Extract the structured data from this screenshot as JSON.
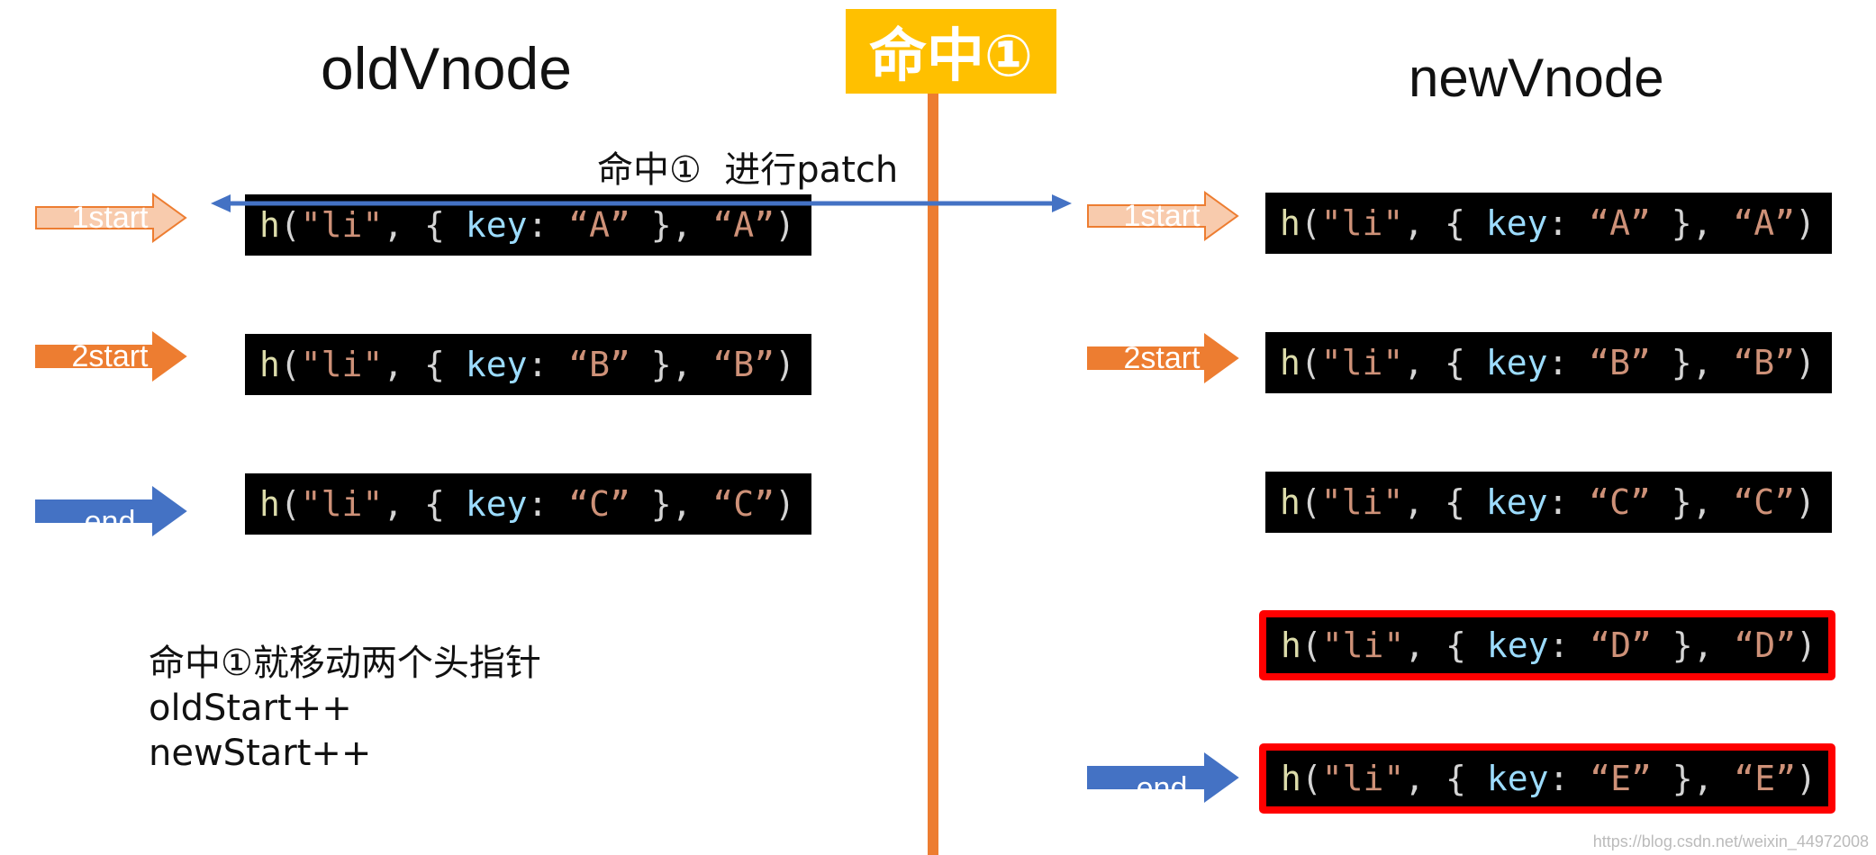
{
  "badge": "命中①",
  "old_title": "oldVnode",
  "new_title": "newVnode",
  "patch_label": "命中①  进行patch",
  "old_nodes": [
    {
      "key": "A",
      "text": "A"
    },
    {
      "key": "B",
      "text": "B"
    },
    {
      "key": "C",
      "text": "C"
    }
  ],
  "new_nodes": [
    {
      "key": "A",
      "text": "A"
    },
    {
      "key": "B",
      "text": "B"
    },
    {
      "key": "C",
      "text": "C"
    },
    {
      "key": "D",
      "text": "D",
      "highlight": true
    },
    {
      "key": "E",
      "text": "E",
      "highlight": true
    }
  ],
  "old_pointers": [
    {
      "label": "1start",
      "color": "#F8CBAD",
      "stroke": "#ED7D31"
    },
    {
      "label": "2start",
      "color": "#ED7D31",
      "stroke": "#ED7D31"
    },
    {
      "label": "end",
      "color": "#4472C4",
      "stroke": "#4472C4"
    }
  ],
  "new_pointers": [
    {
      "label": "1start",
      "color": "#F8CBAD",
      "stroke": "#ED7D31"
    },
    {
      "label": "2start",
      "color": "#ED7D31",
      "stroke": "#ED7D31"
    },
    {
      "label": "end",
      "color": "#4472C4",
      "stroke": "#4472C4"
    }
  ],
  "note_lines": [
    "命中①就移动两个头指针",
    "oldStart++",
    "newStart++"
  ],
  "watermark": "https://blog.csdn.net/weixin_44972008",
  "colors": {
    "badge": "#FFC000",
    "divider": "#ED7D31",
    "patch_arrow": "#4472C4",
    "highlight_border": "#FF0000"
  }
}
